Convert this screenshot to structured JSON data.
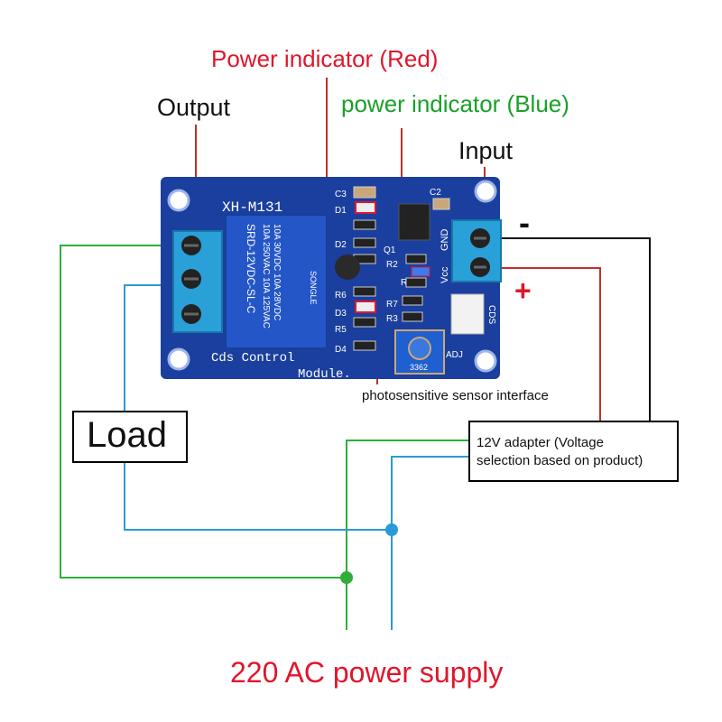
{
  "labels": {
    "power_red": "Power indicator (Red)",
    "power_blue": "power indicator (Blue)",
    "output": "Output",
    "input": "Input",
    "minus": "-",
    "plus": "+",
    "sensor_interface": "photosensitive sensor interface",
    "load": "Load",
    "adapter_line1": "12V adapter (Voltage",
    "adapter_line2": "selection based on product)",
    "ac_supply": "220 AC power supply"
  },
  "board": {
    "model": "XH-M131",
    "name_line1": "Cds Control",
    "name_line2": "Module.",
    "pin_gnd": "GND",
    "pin_vcc": "Vcc",
    "connector_cds": "CDS",
    "adj": "ADJ",
    "pot_code": "3362",
    "components": {
      "c3": "C3",
      "d1": "D1",
      "d2": "D2",
      "q1": "Q1",
      "r2": "R2",
      "r4": "R4",
      "r6": "R6",
      "r7": "R7",
      "d3": "D3",
      "r3": "R3",
      "r5": "R5",
      "d4": "D4",
      "c2": "C2"
    },
    "relay": {
      "line1": "10A 250VAC  10A 125VAC",
      "line2": "10A 30VDC  10A 28VDC",
      "line3": "SRD-12VDC-SL-C",
      "brand": "SONGLE"
    }
  },
  "colors": {
    "board": "#1b3f9e",
    "terminal": "#2aa0d8",
    "relay": "#2456c8",
    "label_red": "#e0162b",
    "label_green": "#1aa02a",
    "wire_green": "#2fae3c",
    "wire_blue": "#2a9ad8",
    "wire_red": "#c0302a"
  }
}
